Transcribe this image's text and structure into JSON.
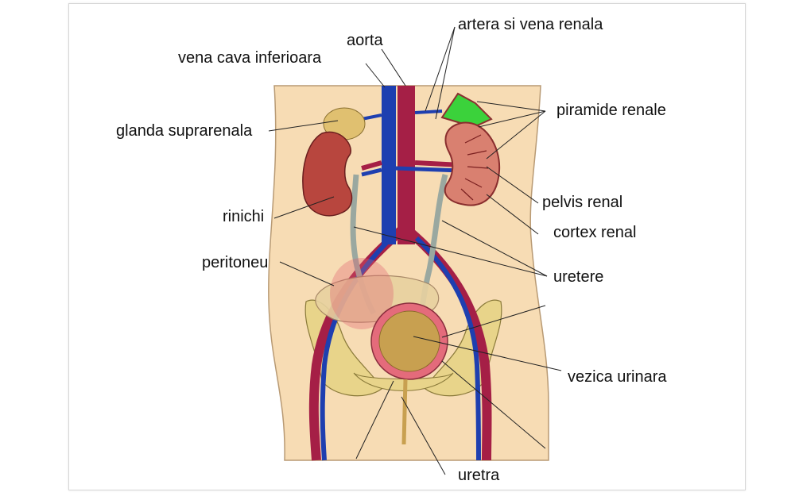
{
  "diagram": {
    "labels": {
      "aorta": "aorta",
      "artera_vena_renala": "artera si vena renala",
      "vena_cava": "vena cava inferioara",
      "glanda": "glanda suprarenala",
      "piramide": "piramide renale",
      "pelvis": "pelvis renal",
      "cortex": "cortex renal",
      "rinichi": "rinichi",
      "peritoneu": "peritoneu",
      "uretere": "uretere",
      "vezica": "vezica urinara",
      "uretra": "uretra"
    },
    "colors": {
      "skin": "#f7dcb4",
      "skin_outline": "#b89a74",
      "artery": "#a51f46",
      "vein": "#1e3fb0",
      "kidney": "#b8463e",
      "adrenal": "#e0c070",
      "bladder": "#c8a050",
      "bone": "#e8d48a",
      "ureter": "#9aa8a0"
    }
  }
}
